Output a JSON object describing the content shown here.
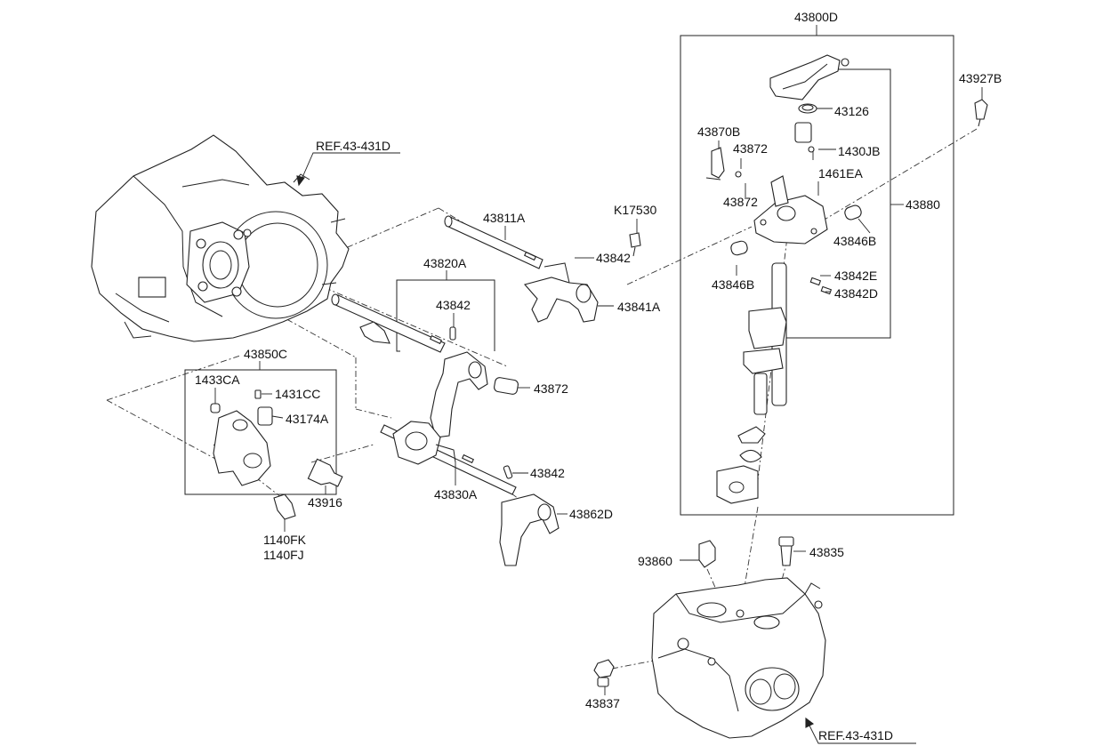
{
  "labels": {
    "p43800D": "43800D",
    "p43927B": "43927B",
    "p43126": "43126",
    "p43870B": "43870B",
    "p43872a": "43872",
    "p1430JB": "1430JB",
    "p1461EA": "1461EA",
    "p43872b": "43872",
    "p43880": "43880",
    "pK17530": "K17530",
    "p43846Ba": "43846B",
    "p43846Bb": "43846B",
    "p43842E": "43842E",
    "p43842D": "43842D",
    "p43811A": "43811A",
    "p43842a": "43842",
    "p43841A": "43841A",
    "p43820A": "43820A",
    "p43842b": "43842",
    "p43872c": "43872",
    "p43850C": "43850C",
    "p1433CA": "1433CA",
    "p1431CC": "1431CC",
    "p43174A": "43174A",
    "p43916": "43916",
    "p1140FK": "1140FK",
    "p1140FJ": "1140FJ",
    "p43842c": "43842",
    "p43830A": "43830A",
    "p43862D": "43862D",
    "p93860": "93860",
    "p43835": "43835",
    "p43837": "43837",
    "refTop": "REF.43-431D",
    "refBottom": "REF.43-431D"
  }
}
